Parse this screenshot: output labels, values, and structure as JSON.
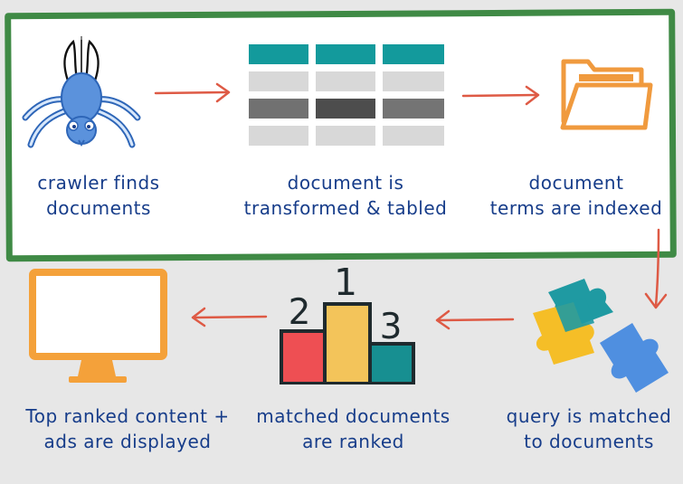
{
  "steps": {
    "crawl": {
      "label": "crawler finds\ndocuments",
      "icon": "spider-icon"
    },
    "transform": {
      "label": "document is\ntransformed & tabled",
      "icon": "table-icon"
    },
    "index": {
      "label": "document\nterms are indexed",
      "icon": "folder-icon"
    },
    "match": {
      "label": "query is matched\nto documents",
      "icon": "puzzle-icon"
    },
    "rank": {
      "label": "matched documents\nare ranked",
      "icon": "podium-icon",
      "podium_numbers": [
        "2",
        "1",
        "3"
      ]
    },
    "display": {
      "label": "Top ranked content +\nads are displayed",
      "icon": "monitor-icon"
    }
  },
  "colors": {
    "background": "#e7e7e7",
    "panel": "#ffffff",
    "panel_border": "#3f8a45",
    "label_text": "#173d8a",
    "arrow": "#de5a45",
    "spider_fill": "#5b92dc",
    "spider_outline": "#2e66b8",
    "table_teal": "#139a9c",
    "table_gray_light": "#d8d8d8",
    "table_gray_dark": "#717171",
    "folder_orange": "#f09a3e",
    "puzzle_teal": "#1f9aa2",
    "puzzle_yellow": "#f5be27",
    "puzzle_blue": "#4f8fe0",
    "podium_red": "#ee4f53",
    "podium_yellow": "#f3c45a",
    "podium_teal": "#178f91",
    "monitor_orange": "#f4a13a"
  }
}
